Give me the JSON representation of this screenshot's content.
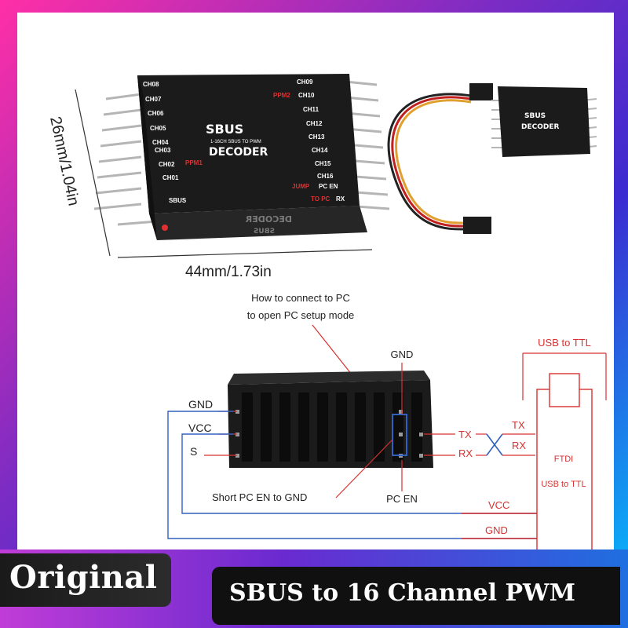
{
  "dimensions": {
    "height": "26mm/1.04in",
    "width": "44mm/1.73in"
  },
  "board": {
    "title": "SBUS",
    "subtitle": "1-16CH SBUS TO PWM",
    "name": "DECODER",
    "left_channels": [
      "CH08",
      "CH07",
      "CH06",
      "CH05",
      "CH04",
      "CH03",
      "CH02",
      "CH01"
    ],
    "right_channels": [
      "CH09",
      "CH10",
      "CH11",
      "CH12",
      "CH13",
      "CH14",
      "CH15",
      "CH16"
    ],
    "ppm1": "PPM1",
    "ppm2": "PPM2",
    "sbus": "SBUS",
    "jump": "JUMP",
    "pc_en": "PC EN",
    "to_pc": "TO PC",
    "rx": "RX",
    "mirror_text": "DECODER",
    "mirror_sub": "SBUS"
  },
  "wiring": {
    "note_line1": "How to connect to PC",
    "note_line2": "to open PC setup mode",
    "gnd_top": "GND",
    "left_labels": [
      "GND",
      "VCC",
      "S"
    ],
    "tx": "TX",
    "rx": "RX",
    "short_note": "Short PC EN to GND",
    "pc_en": "PC EN",
    "usb_title": "USB to TTL",
    "ftdi": "FTDI",
    "usb_side": "USB to TTL",
    "ftdi_tx": "TX",
    "ftdi_rx": "RX",
    "vcc": "VCC",
    "gnd": "GND"
  },
  "banner": {
    "original": "Original",
    "title": "SBUS to 16 Channel PWM"
  },
  "colors": {
    "wire_red": "#d83030",
    "wire_blue": "#3060c0",
    "board_black": "#1b1b1b"
  }
}
